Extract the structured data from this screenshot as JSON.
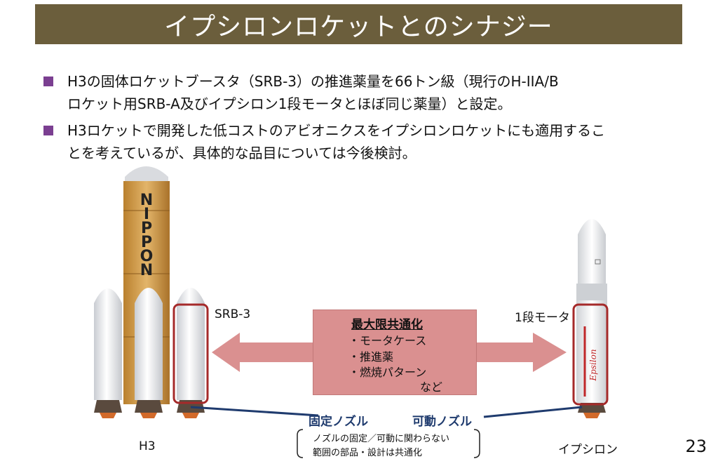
{
  "title": "イプシロンロケットとのシナジー",
  "bullets": [
    {
      "line1": "H3の固体ロケットブースタ（SRB-3）の推進薬量を66トン級（現行のH-IIA/B",
      "line2": "ロケット用SRB-A及びイプシロン1段モータとほぼ同じ薬量）と設定。"
    },
    {
      "line1": "H3ロケットで開発した低コストのアビオニクスをイプシロンロケットにも適用するこ",
      "line2": "とを考えているが、具体的な品目については今後検討。"
    }
  ],
  "labels": {
    "srb3": "SRB-3",
    "stage1": "1段モータ",
    "h3": "H3",
    "epsilon": "イプシロン",
    "nippon": [
      "N",
      "I",
      "P",
      "P",
      "O",
      "N"
    ],
    "epsilon_logo": "Epsilon"
  },
  "callout": {
    "title": "最大限共通化",
    "items": [
      "・モータケース",
      "・推進薬",
      "・燃焼パターン"
    ],
    "etc": "など"
  },
  "nozzle": {
    "fixed": "固定ノズル",
    "movable": "可動ノズル",
    "note_line1": "ノズルの固定／可動に関わらない",
    "note_line2": "範囲の部品・設計は共通化"
  },
  "page_number": "23",
  "colors": {
    "title_bg": "#6b5e3c",
    "bullet": "#7b3f91",
    "callout": "#da9090",
    "highlight": "#a52a2a",
    "nozzle_text": "#1f3b6e"
  }
}
